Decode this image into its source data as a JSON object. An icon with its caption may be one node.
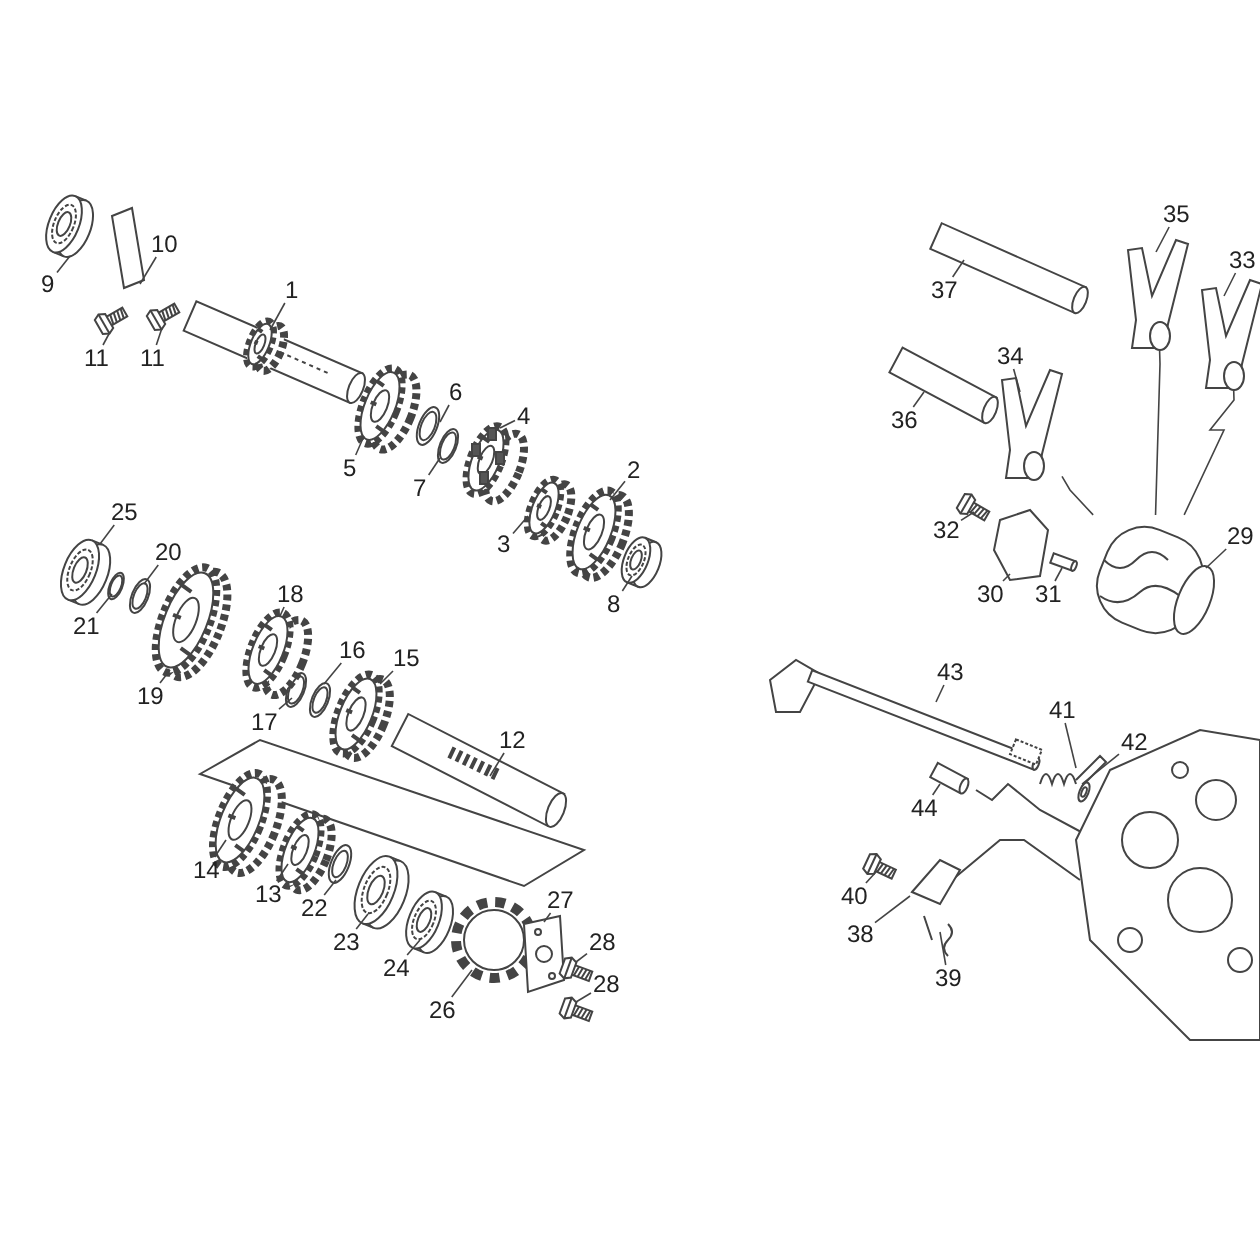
{
  "diagram": {
    "nodes": [
      {
        "text": [
          "1"
        ]
      },
      {
        "text": [
          "2"
        ]
      },
      {
        "text": [
          "3"
        ]
      },
      {
        "text": [
          "4"
        ]
      },
      {
        "text": [
          "5"
        ]
      },
      {
        "text": [
          "6"
        ]
      },
      {
        "text": [
          "7"
        ]
      },
      {
        "text": [
          "8"
        ]
      },
      {
        "text": [
          "9"
        ]
      },
      {
        "text": [
          "10"
        ]
      },
      {
        "text": [
          "11"
        ]
      },
      {
        "text": [
          "11"
        ]
      },
      {
        "text": [
          "12"
        ]
      },
      {
        "text": [
          "13"
        ]
      },
      {
        "text": [
          "14"
        ]
      },
      {
        "text": [
          "15"
        ]
      },
      {
        "text": [
          "16"
        ]
      },
      {
        "text": [
          "17"
        ]
      },
      {
        "text": [
          "18"
        ]
      },
      {
        "text": [
          "19"
        ]
      },
      {
        "text": [
          "20"
        ]
      },
      {
        "text": [
          "21"
        ]
      },
      {
        "text": [
          "22"
        ]
      },
      {
        "text": [
          "23"
        ]
      },
      {
        "text": [
          "24"
        ]
      },
      {
        "text": [
          "25"
        ]
      },
      {
        "text": [
          "26"
        ]
      },
      {
        "text": [
          "27"
        ]
      },
      {
        "text": [
          "28"
        ]
      },
      {
        "text": [
          "28"
        ]
      },
      {
        "text": [
          "29"
        ]
      },
      {
        "text": [
          "30"
        ]
      },
      {
        "text": [
          "31"
        ]
      },
      {
        "text": [
          "32"
        ]
      },
      {
        "text": [
          "33"
        ]
      },
      {
        "text": [
          "34"
        ]
      },
      {
        "text": [
          "35"
        ]
      },
      {
        "text": [
          "36"
        ]
      },
      {
        "text": [
          "37"
        ]
      },
      {
        "text": [
          "38"
        ]
      },
      {
        "text": [
          "39"
        ]
      },
      {
        "text": [
          "40"
        ]
      },
      {
        "text": [
          "41"
        ]
      },
      {
        "text": [
          "42"
        ]
      },
      {
        "text": [
          "43"
        ]
      },
      {
        "text": [
          "44"
        ]
      },
      {
        "text": [],
        "shape": "picture"
      },
      {
        "text": [],
        "shape": "picture"
      },
      {
        "text": [],
        "shape": "picture"
      },
      {
        "text": [],
        "shape": "picture"
      },
      {
        "text": [],
        "shape": "picture"
      },
      {
        "text": [],
        "shape": "picture"
      },
      {
        "text": [],
        "shape": "picture"
      },
      {
        "text": [],
        "shape": "picture"
      },
      {
        "text": [],
        "shape": "picture"
      },
      {
        "text": [],
        "shape": "picture"
      },
      {
        "text": [],
        "shape": "picture"
      },
      {
        "text": [],
        "shape": "picture"
      },
      {
        "text": [],
        "shape": "picture"
      },
      {
        "text": [],
        "shape": "picture"
      },
      {
        "text": [],
        "shape": "picture"
      },
      {
        "text": [],
        "shape": "picture"
      },
      {
        "text": [],
        "shape": "picture"
      },
      {
        "text": [],
        "shape": "picture"
      },
      {
        "text": [],
        "shape": "picture"
      },
      {
        "text": [],
        "shape": "picture"
      },
      {
        "text": [],
        "shape": "picture"
      },
      {
        "text": [],
        "shape": "picture"
      },
      {
        "text": [],
        "shape": "picture"
      },
      {
        "text": [],
        "shape": "picture"
      },
      {
        "text": [],
        "shape": "picture"
      },
      {
        "text": [],
        "shape": "picture"
      },
      {
        "text": [],
        "shape": "picture"
      },
      {
        "text": [],
        "shape": "picture"
      },
      {
        "text": [],
        "shape": "picture"
      },
      {
        "text": [],
        "shape": "picture"
      },
      {
        "text": [],
        "shape": "picture"
      },
      {
        "text": [],
        "shape": "picture"
      },
      {
        "text": [],
        "shape": "picture"
      },
      {
        "text": [],
        "shape": "picture"
      },
      {
        "text": [],
        "shape": "picture"
      },
      {
        "text": [],
        "shape": "picture"
      },
      {
        "text": [],
        "shape": "picture"
      },
      {
        "text": [],
        "shape": "picture"
      },
      {
        "text": [],
        "shape": "picture"
      },
      {
        "text": [],
        "shape": "picture"
      },
      {
        "text": [],
        "shape": "picture"
      },
      {
        "text": [],
        "shape": "picture"
      },
      {
        "text": [],
        "shape": "picture"
      },
      {
        "text": [],
        "shape": "picture"
      },
      {
        "text": [],
        "shape": "picture"
      },
      {
        "text": [],
        "shape": "picture"
      }
    ],
    "edges": [
      {
        "from": 0,
        "to": 46,
        "arrow": "none"
      },
      {
        "from": 1,
        "to": 47,
        "arrow": "none"
      },
      {
        "from": 2,
        "to": 48,
        "arrow": "none"
      },
      {
        "from": 3,
        "to": 49,
        "arrow": "none"
      },
      {
        "from": 4,
        "to": 50,
        "arrow": "none"
      },
      {
        "from": 5,
        "to": 51,
        "arrow": "none"
      },
      {
        "from": 6,
        "to": 52,
        "arrow": "none"
      },
      {
        "from": 7,
        "to": 53,
        "arrow": "none"
      },
      {
        "from": 8,
        "to": 54,
        "arrow": "none"
      },
      {
        "from": 9,
        "to": 55,
        "arrow": "none"
      },
      {
        "from": 10,
        "to": 56,
        "arrow": "none"
      },
      {
        "from": 11,
        "to": 57,
        "arrow": "none"
      },
      {
        "from": 12,
        "to": 58,
        "arrow": "none"
      },
      {
        "from": 13,
        "to": 59,
        "arrow": "none"
      },
      {
        "from": 14,
        "to": 60,
        "arrow": "none"
      },
      {
        "from": 15,
        "to": 61,
        "arrow": "none"
      },
      {
        "from": 16,
        "to": 62,
        "arrow": "none"
      },
      {
        "from": 17,
        "to": 63,
        "arrow": "none"
      },
      {
        "from": 18,
        "to": 64,
        "arrow": "none"
      },
      {
        "from": 19,
        "to": 65,
        "arrow": "none"
      },
      {
        "from": 20,
        "to": 66,
        "arrow": "none"
      },
      {
        "from": 21,
        "to": 67,
        "arrow": "none"
      },
      {
        "from": 22,
        "to": 68,
        "arrow": "none"
      },
      {
        "from": 23,
        "to": 69,
        "arrow": "none"
      },
      {
        "from": 24,
        "to": 70,
        "arrow": "none"
      },
      {
        "from": 25,
        "to": 71,
        "arrow": "none"
      },
      {
        "from": 26,
        "to": 72,
        "arrow": "none"
      },
      {
        "from": 27,
        "to": 73,
        "arrow": "none"
      },
      {
        "from": 28,
        "to": 74,
        "arrow": "none"
      },
      {
        "from": 29,
        "to": 75,
        "arrow": "none"
      },
      {
        "from": 30,
        "to": 76,
        "arrow": "none"
      },
      {
        "from": 31,
        "to": 77,
        "arrow": "none"
      },
      {
        "from": 32,
        "to": 78,
        "arrow": "none"
      },
      {
        "from": 33,
        "to": 79,
        "arrow": "none"
      },
      {
        "from": 34,
        "to": 80,
        "arrow": "none"
      },
      {
        "from": 35,
        "to": 81,
        "arrow": "none"
      },
      {
        "from": 36,
        "to": 82,
        "arrow": "none"
      },
      {
        "from": 37,
        "to": 83,
        "arrow": "none"
      },
      {
        "from": 38,
        "to": 84,
        "arrow": "none"
      },
      {
        "from": 39,
        "to": 85,
        "arrow": "none"
      },
      {
        "from": 40,
        "to": 86,
        "arrow": "none"
      },
      {
        "from": 41,
        "to": 87,
        "arrow": "none"
      },
      {
        "from": 42,
        "to": 88,
        "arrow": "none"
      },
      {
        "from": 43,
        "to": 89,
        "arrow": "none"
      },
      {
        "from": 44,
        "to": 90,
        "arrow": "none"
      },
      {
        "from": 45,
        "to": 91,
        "arrow": "none"
      },
      {
        "from": 82,
        "to": 76,
        "arrow": "none"
      },
      {
        "from": 80,
        "to": 76,
        "arrow": "none"
      },
      {
        "from": 81,
        "to": 76,
        "arrow": "none"
      }
    ]
  }
}
